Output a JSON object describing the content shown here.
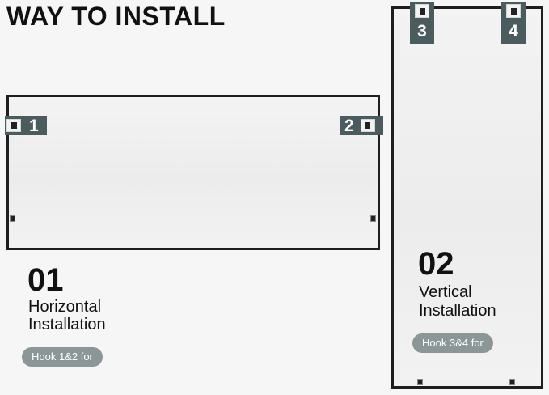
{
  "title": "WAY TO INSTALL",
  "horizontal": {
    "number": "01",
    "label_line1": "Horizontal",
    "label_line2": "Installation",
    "pill": "Hook 1&2 for",
    "hooks": [
      "1",
      "2"
    ]
  },
  "vertical": {
    "number": "02",
    "label_line1": "Vertical",
    "label_line2": "Installation",
    "pill": "Hook 3&4 for",
    "hooks": [
      "3",
      "4"
    ]
  },
  "colors": {
    "badge": "#4a5c5e",
    "pill": "#8a9796",
    "frame": "#1f1f1f"
  }
}
